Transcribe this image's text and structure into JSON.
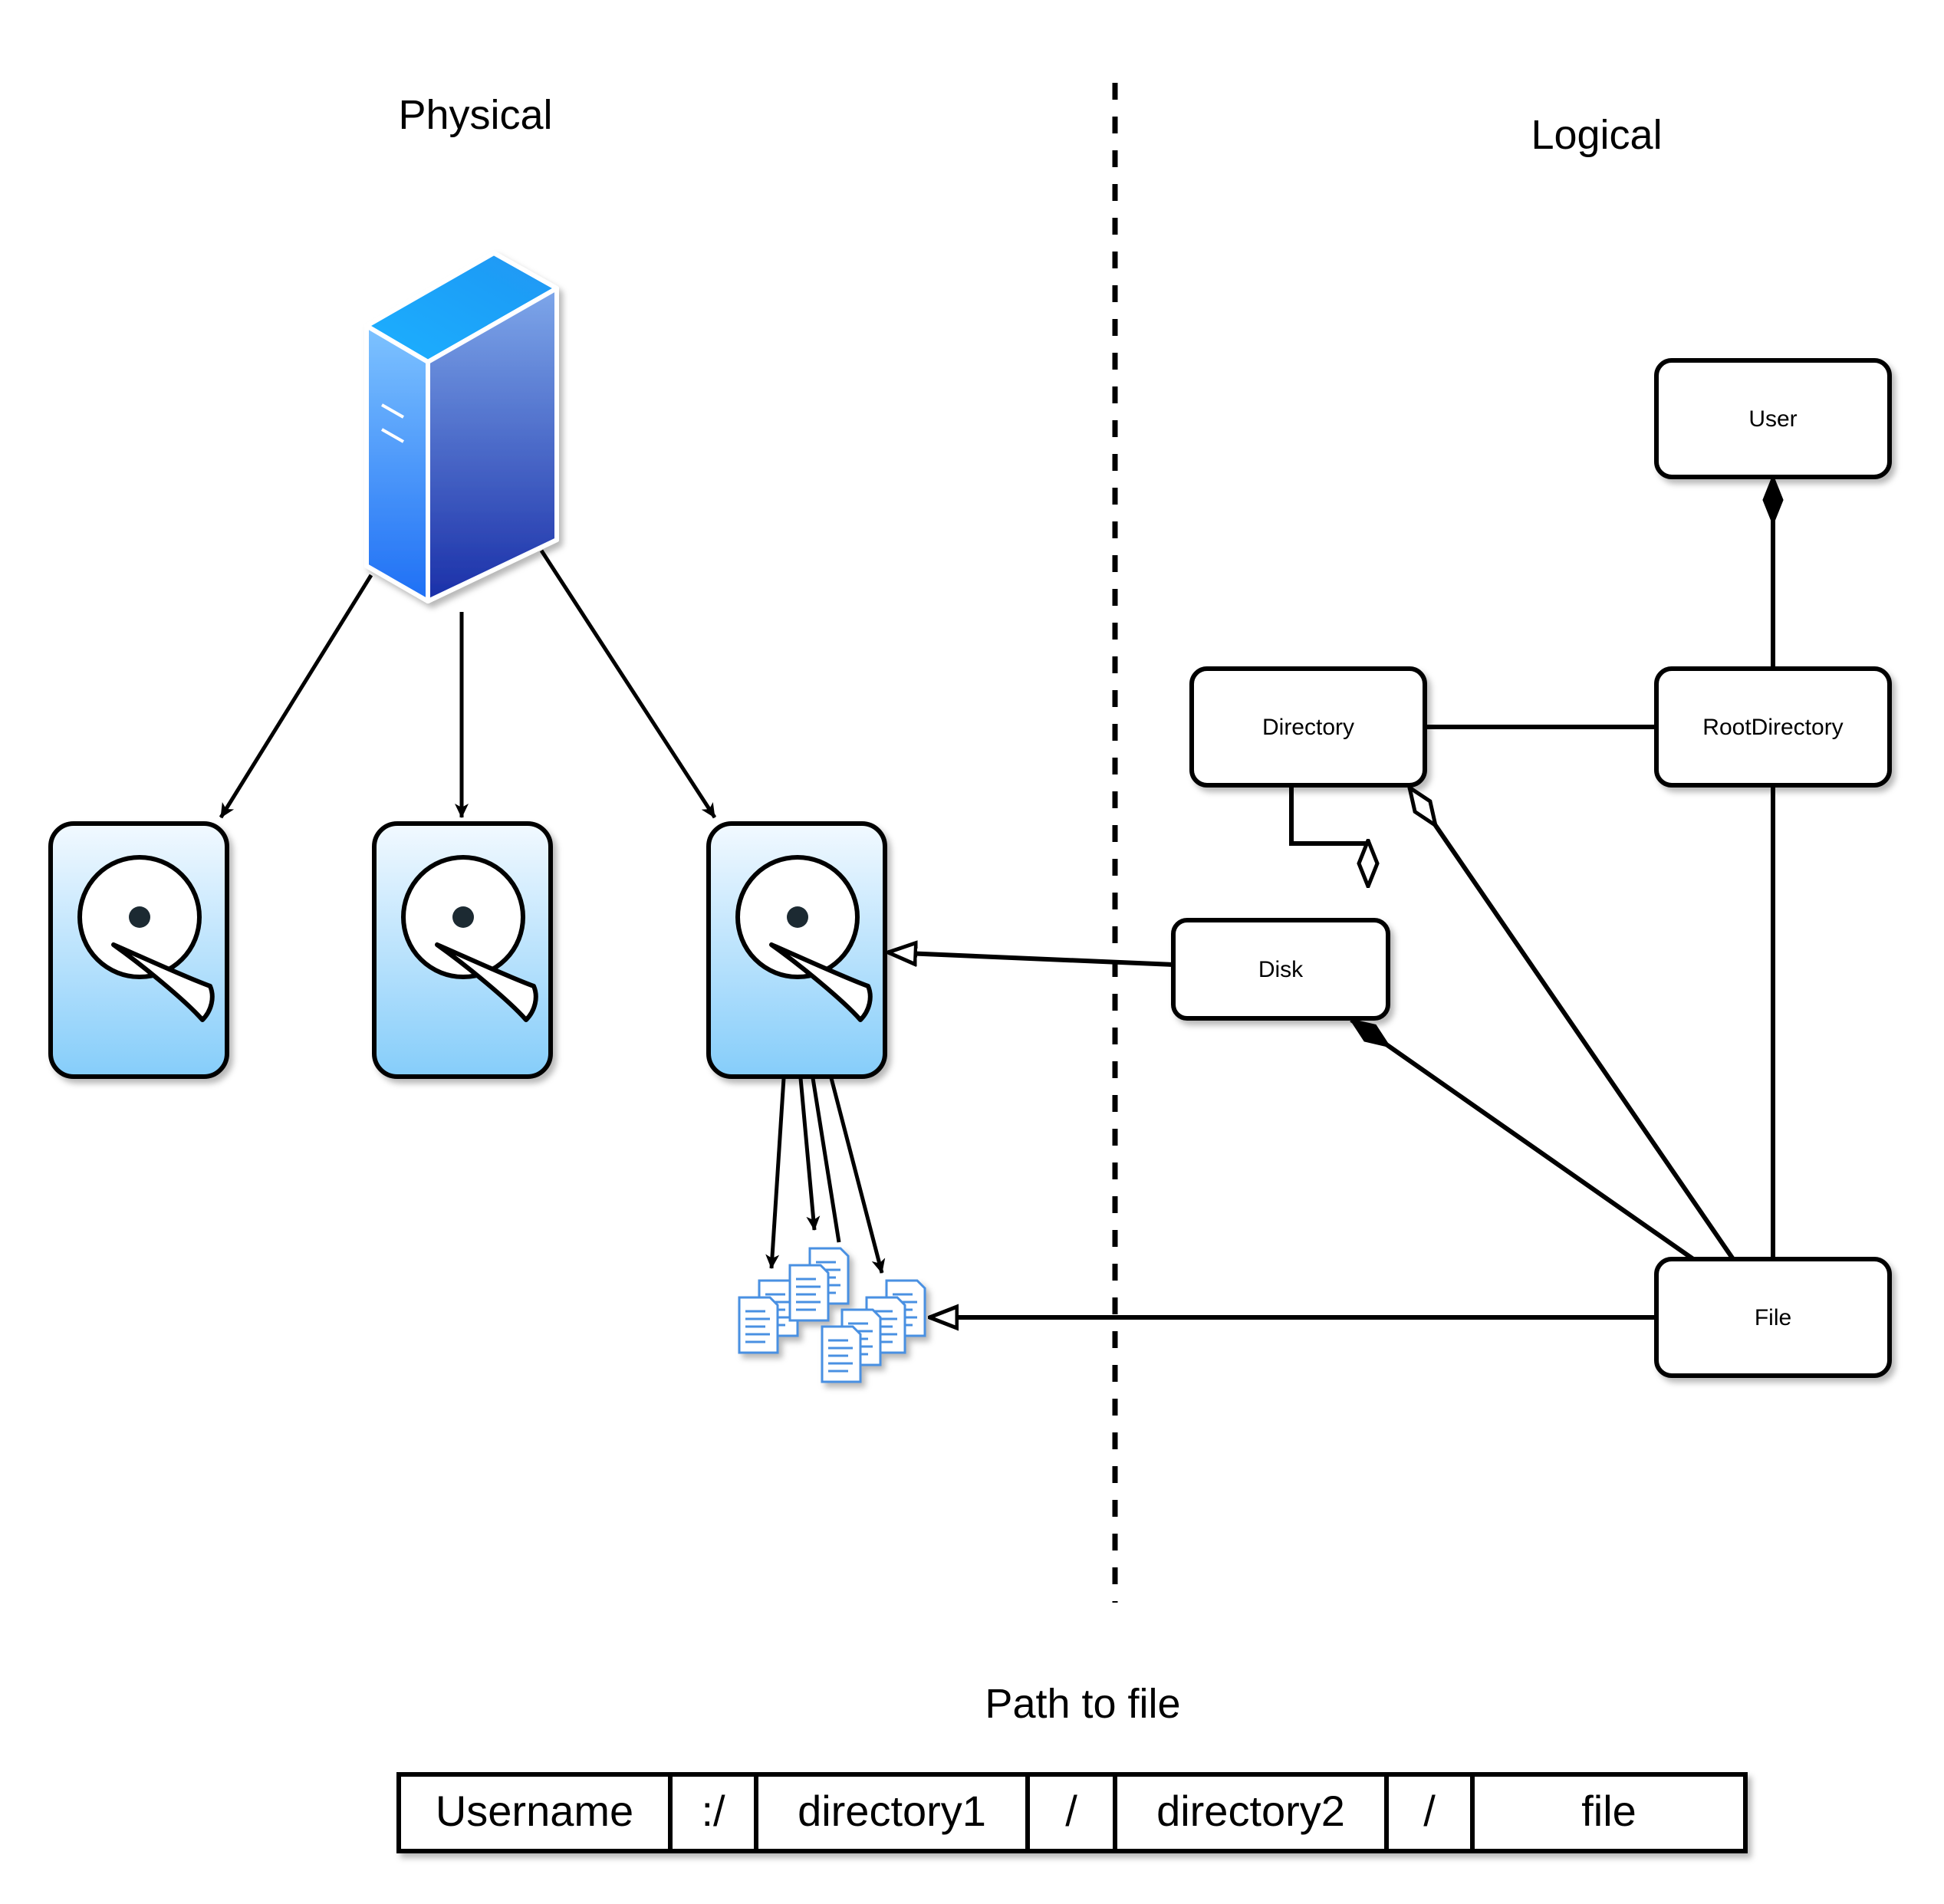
{
  "headings": {
    "physical": "Physical",
    "logical": "Logical",
    "path_to_file": "Path to file"
  },
  "classes": {
    "user": "User",
    "directory": "Directory",
    "root_directory": "RootDirectory",
    "disk": "Disk",
    "file": "File"
  },
  "path_segments": [
    "Username",
    ":/",
    "directory1",
    "/",
    "directory2",
    "/",
    "file"
  ],
  "icons": [
    "server-icon",
    "hard-disk-icon",
    "hard-disk-icon",
    "hard-disk-icon",
    "files-icon"
  ],
  "colors": {
    "server_blue": "#1e6ff5",
    "disk_fill_top": "#eef7ff",
    "disk_fill_bottom": "#85cdfa",
    "file_icon_blue": "#4a90e2",
    "line": "#000000"
  }
}
